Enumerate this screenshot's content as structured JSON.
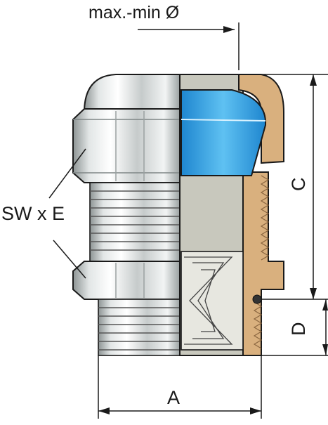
{
  "labels": {
    "top": "max.-min Ø",
    "left": "SW x E",
    "bottom": "A",
    "right_upper": "C",
    "right_lower": "D"
  },
  "colors": {
    "metal_light": "#e9ecec",
    "metal_mid": "#b9bfbf",
    "metal_dark": "#7f8686",
    "section_grey": "#c8c8bd",
    "brass": "#d9b07e",
    "brass_dark": "#b3865a",
    "seal_blue": "#2f9ee0",
    "line": "#1a1a1a"
  }
}
